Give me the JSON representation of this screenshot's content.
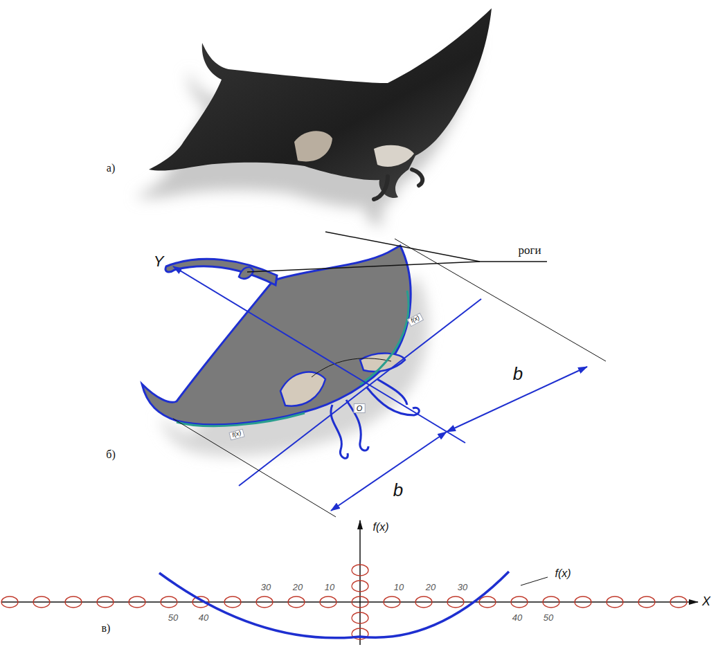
{
  "diagram": {
    "labels": [
      "а)",
      "роги",
      "Y",
      "f(x)",
      "b",
      "O",
      "f(x)",
      "б)",
      "b",
      "в)",
      "f(x)",
      "f(x)",
      "X",
      "30",
      "20",
      "10",
      "10",
      "20",
      "30",
      "50",
      "40",
      "40",
      "50"
    ]
  }
}
